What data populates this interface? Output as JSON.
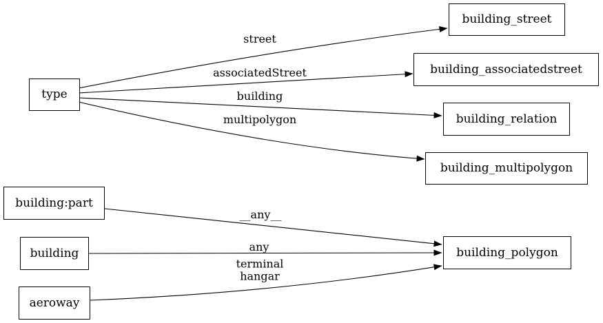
{
  "diagram": {
    "colors": {
      "background": "#ffffff",
      "node_border": "#000000",
      "edge": "#000000",
      "text": "#000000"
    },
    "nodes": [
      {
        "id": "type",
        "label": "type"
      },
      {
        "id": "building_street",
        "label": "building_street"
      },
      {
        "id": "building_associatedstreet",
        "label": "building_associatedstreet"
      },
      {
        "id": "building_relation",
        "label": "building_relation"
      },
      {
        "id": "building_multipolygon",
        "label": "building_multipolygon"
      },
      {
        "id": "building:part",
        "label": "building:part"
      },
      {
        "id": "building",
        "label": "building"
      },
      {
        "id": "aeroway",
        "label": "aeroway"
      },
      {
        "id": "building_polygon",
        "label": "building_polygon"
      }
    ],
    "edges": [
      {
        "from": "type",
        "to": "building_street",
        "label": "street"
      },
      {
        "from": "type",
        "to": "building_associatedstreet",
        "label": "associatedStreet"
      },
      {
        "from": "type",
        "to": "building_relation",
        "label": "building"
      },
      {
        "from": "type",
        "to": "building_multipolygon",
        "label": "multipolygon"
      },
      {
        "from": "building:part",
        "to": "building_polygon",
        "label": "__any__"
      },
      {
        "from": "building",
        "to": "building_polygon",
        "label": "__any__"
      },
      {
        "from": "aeroway",
        "to": "building_polygon",
        "label": "terminal\nhangar"
      }
    ]
  }
}
